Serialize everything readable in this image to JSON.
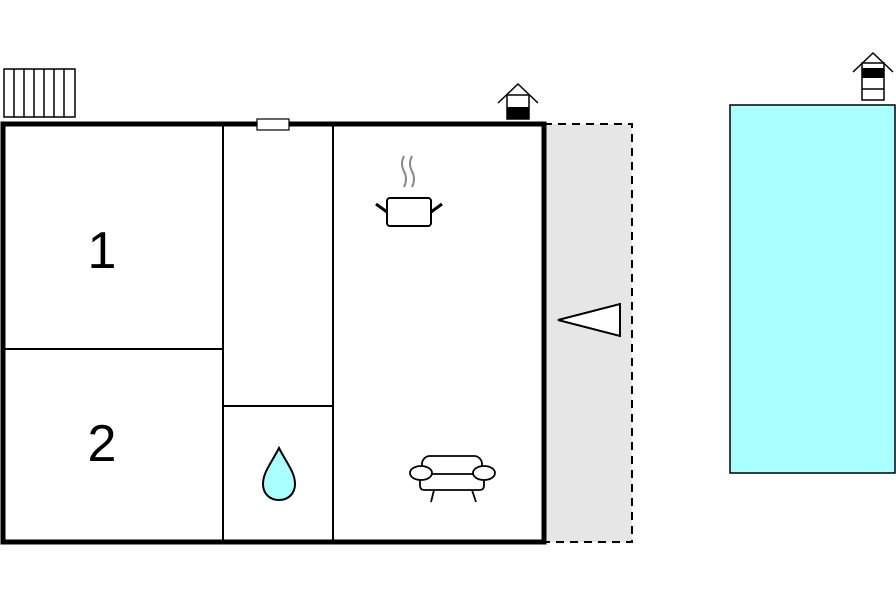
{
  "floorplan": {
    "rooms": [
      {
        "id": "bedroom-1",
        "label": "1"
      },
      {
        "id": "bedroom-2",
        "label": "2"
      },
      {
        "id": "hallway",
        "label": ""
      },
      {
        "id": "bathroom",
        "label": "",
        "icon": "water-drop-icon"
      },
      {
        "id": "kitchen-living",
        "label": "",
        "icons": [
          "cooking-pot-icon",
          "sofa-icon"
        ]
      }
    ],
    "terrace": {
      "icon": "direction-triangle-icon"
    },
    "pool": {
      "color": "#aaffff"
    },
    "exterior_icons": [
      "radiator-heater-icon",
      "chimney-icon",
      "chimney-icon"
    ],
    "colors": {
      "wall": "#000000",
      "terrace_fill": "#e6e6e6",
      "water": "#aaffff",
      "steam": "#888888"
    }
  }
}
